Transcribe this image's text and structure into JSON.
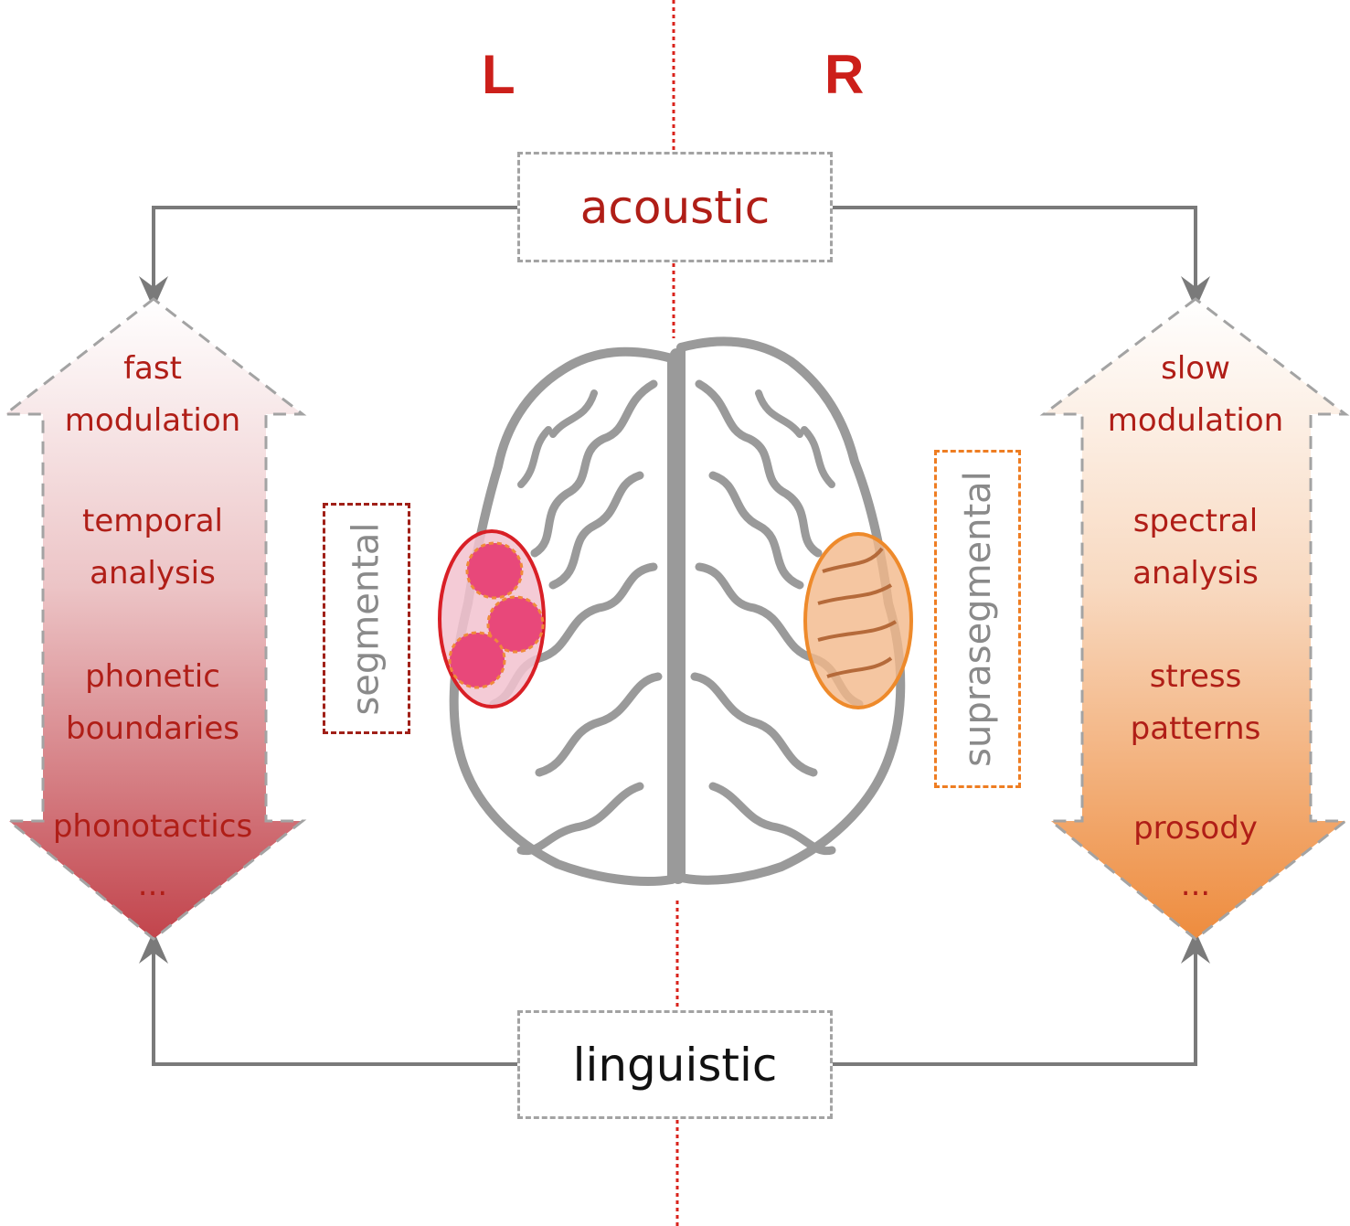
{
  "hemispheres": {
    "left": "L",
    "right": "R"
  },
  "top_box": "acoustic",
  "bottom_box": "linguistic",
  "left_arrow": {
    "items": [
      "fast",
      "modulation",
      "temporal",
      "analysis",
      "phonetic",
      "boundaries",
      "phonotactics",
      "..."
    ]
  },
  "right_arrow": {
    "items": [
      "slow",
      "modulation",
      "spectral",
      "analysis",
      "stress",
      "patterns",
      "prosody",
      "..."
    ]
  },
  "left_label": "segmental",
  "right_label": "suprasegmental",
  "colors": {
    "red": "#b01e17",
    "orange": "#e8802a",
    "gray": "#7a7a7a",
    "midline": "#d9231c"
  }
}
